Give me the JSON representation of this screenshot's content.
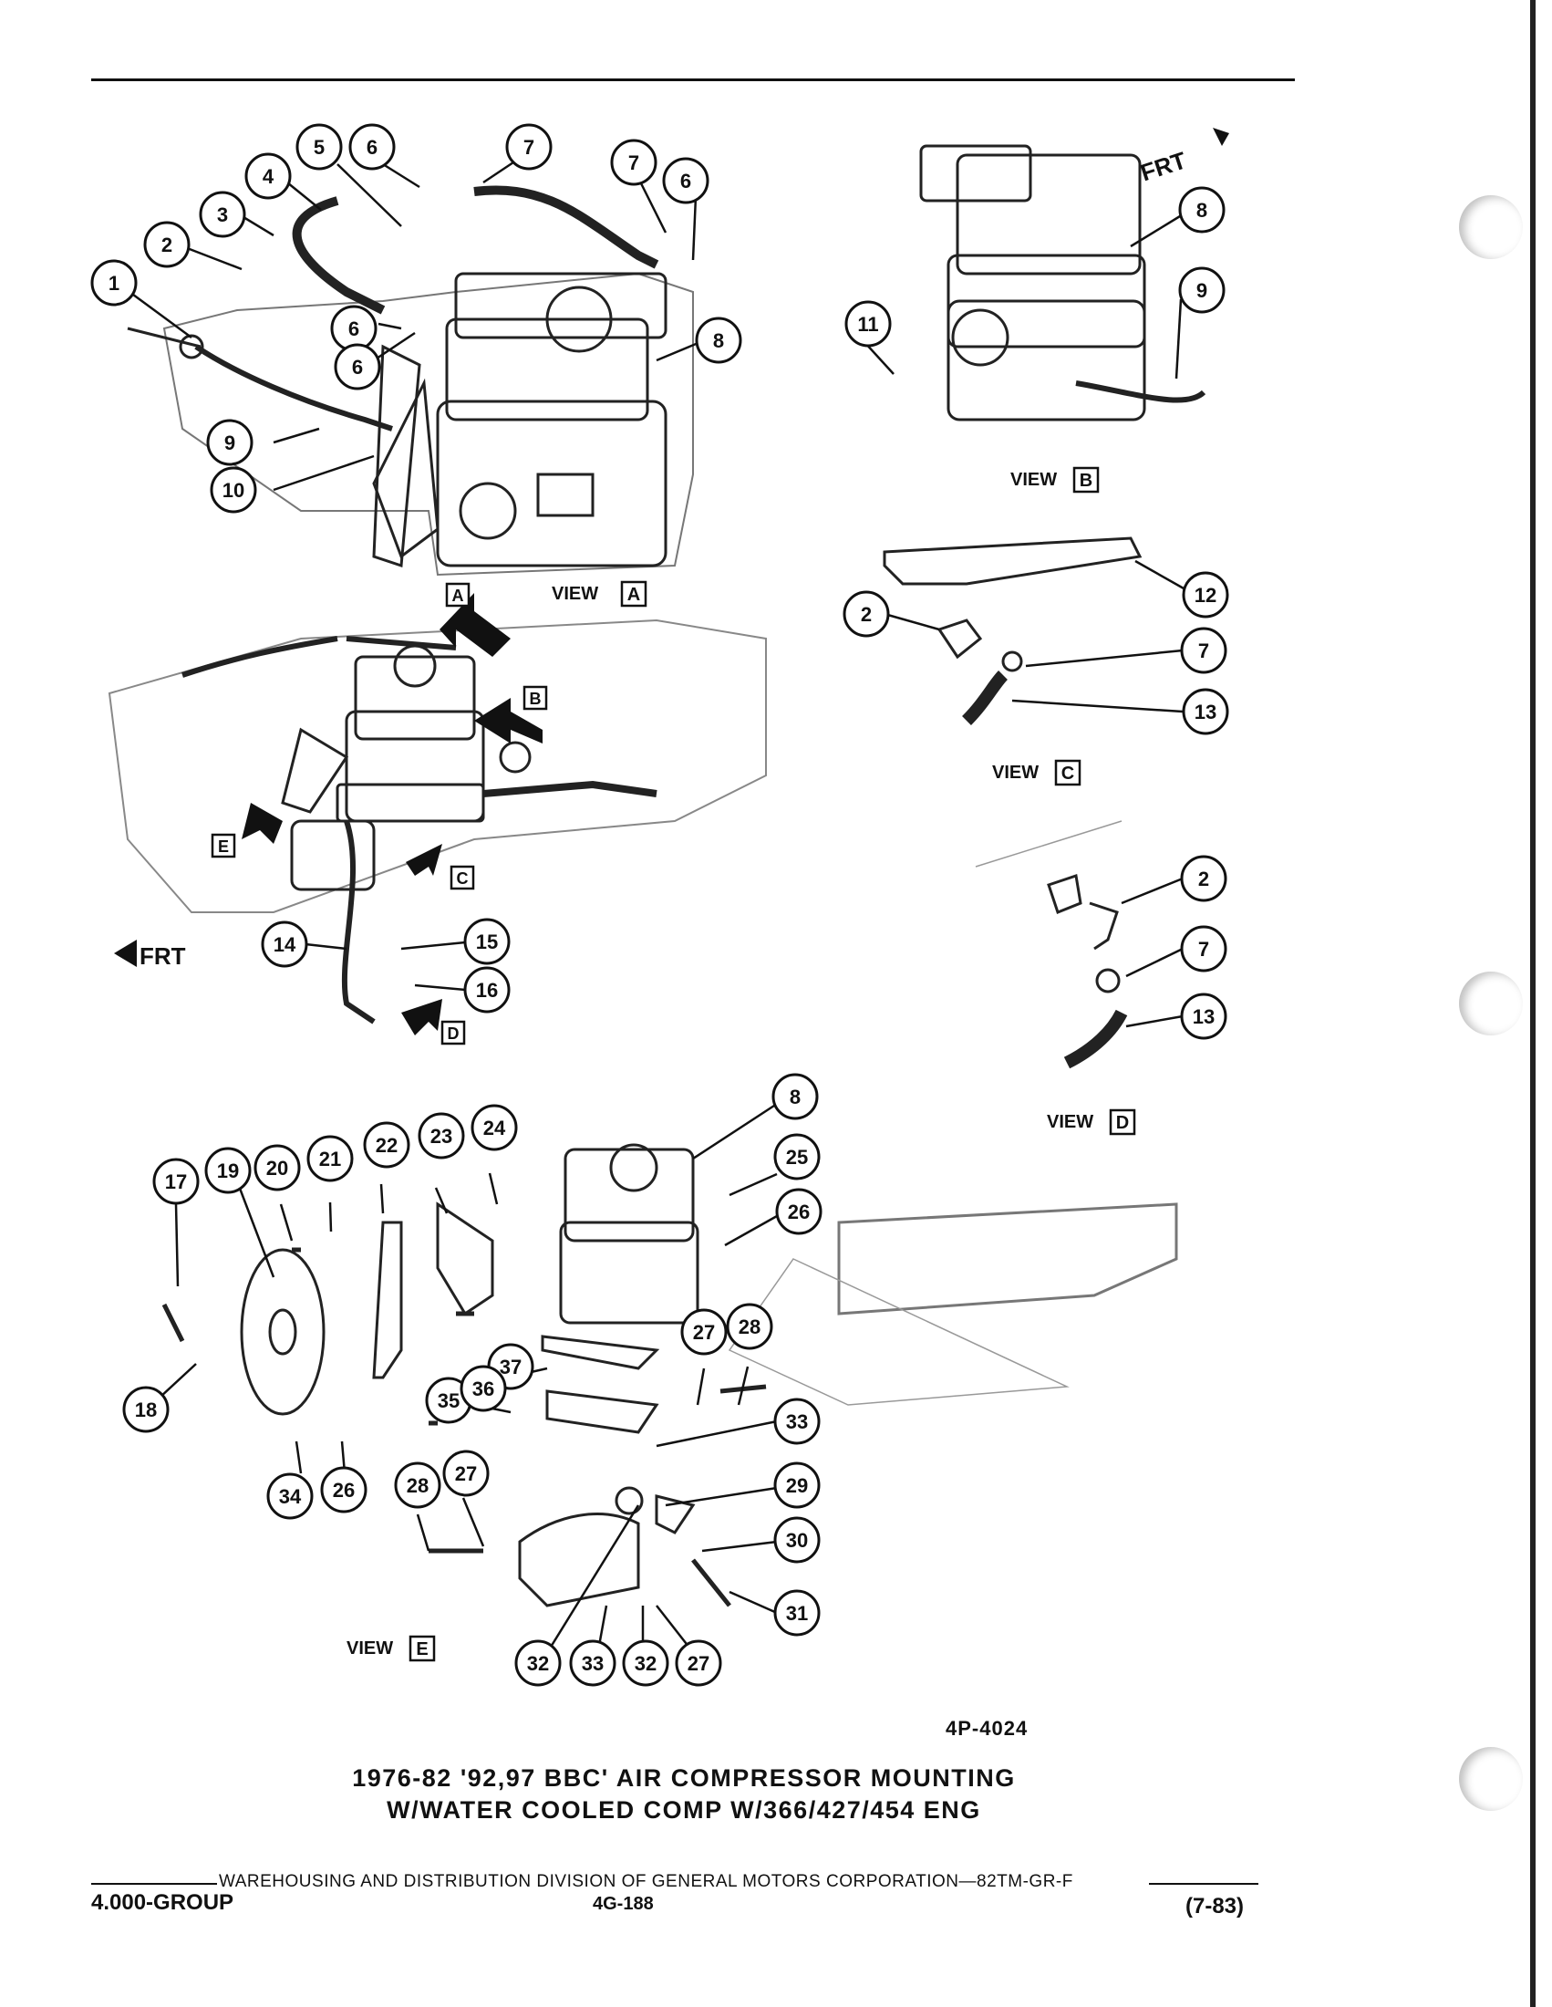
{
  "document": {
    "figure_id": "4P-4024",
    "caption": {
      "line1": "1976-82 '92,97 BBC' AIR COMPRESSOR MOUNTING",
      "line2": "W/WATER COOLED COMP W/366/427/454 ENG"
    },
    "footer": {
      "publisher_line": "WAREHOUSING AND DISTRIBUTION  DIVISION OF GENERAL MOTORS CORPORATION—82TM-GR-F",
      "group": "4.000-GROUP",
      "page": "4G-188",
      "date": "(7-83)"
    }
  },
  "views": {
    "a": {
      "label": "VIEW",
      "letter": "A"
    },
    "b": {
      "label": "VIEW",
      "letter": "B"
    },
    "c": {
      "label": "VIEW",
      "letter": "C"
    },
    "d": {
      "label": "VIEW",
      "letter": "D"
    },
    "e": {
      "label": "VIEW",
      "letter": "E"
    }
  },
  "arrow_letters": {
    "a": "A",
    "b": "B",
    "c": "C",
    "d": "D",
    "e": "E"
  },
  "frt": "FRT",
  "callouts": [
    {
      "n": "1"
    },
    {
      "n": "2"
    },
    {
      "n": "3"
    },
    {
      "n": "4"
    },
    {
      "n": "5"
    },
    {
      "n": "6"
    },
    {
      "n": "7"
    },
    {
      "n": "7"
    },
    {
      "n": "6"
    },
    {
      "n": "8"
    },
    {
      "n": "6"
    },
    {
      "n": "6"
    },
    {
      "n": "9"
    },
    {
      "n": "10"
    },
    {
      "n": "8"
    },
    {
      "n": "9"
    },
    {
      "n": "11"
    },
    {
      "n": "12"
    },
    {
      "n": "2"
    },
    {
      "n": "7"
    },
    {
      "n": "13"
    },
    {
      "n": "2"
    },
    {
      "n": "7"
    },
    {
      "n": "13"
    },
    {
      "n": "14"
    },
    {
      "n": "15"
    },
    {
      "n": "16"
    },
    {
      "n": "8"
    },
    {
      "n": "17"
    },
    {
      "n": "19"
    },
    {
      "n": "20"
    },
    {
      "n": "21"
    },
    {
      "n": "22"
    },
    {
      "n": "23"
    },
    {
      "n": "24"
    },
    {
      "n": "25"
    },
    {
      "n": "26"
    },
    {
      "n": "18"
    },
    {
      "n": "27"
    },
    {
      "n": "28"
    },
    {
      "n": "37"
    },
    {
      "n": "35"
    },
    {
      "n": "36"
    },
    {
      "n": "33"
    },
    {
      "n": "34"
    },
    {
      "n": "26"
    },
    {
      "n": "28"
    },
    {
      "n": "27"
    },
    {
      "n": "29"
    },
    {
      "n": "30"
    },
    {
      "n": "31"
    },
    {
      "n": "32"
    },
    {
      "n": "33"
    },
    {
      "n": "32"
    },
    {
      "n": "27"
    }
  ]
}
